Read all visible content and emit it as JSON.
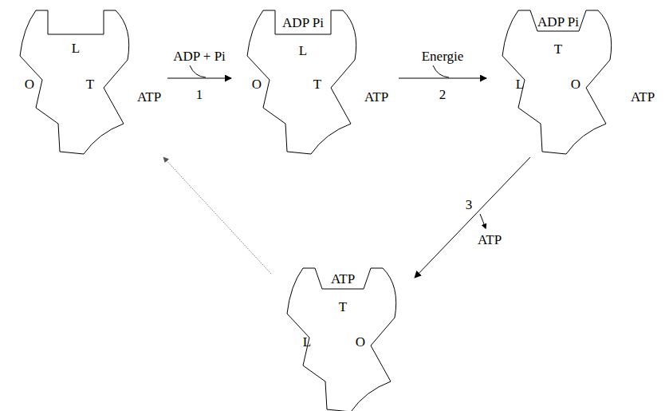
{
  "diagram": {
    "nodes": [
      {
        "text": [
          "L",
          "O",
          "T",
          "ATP"
        ]
      },
      {
        "text": [
          "ADP Pi",
          "L",
          "O",
          "T",
          "ATP"
        ]
      },
      {
        "text": [
          "ADP Pi",
          "T",
          "L",
          "O",
          "ATP"
        ]
      },
      {
        "text": [
          "ATP",
          "T",
          "L",
          "O"
        ]
      }
    ],
    "edges": [
      {
        "from": 0,
        "to": 1,
        "label": "1",
        "arrow": "to"
      },
      {
        "from": 1,
        "to": 2,
        "label": "2",
        "arrow": "to"
      },
      {
        "from": 2,
        "to": 3,
        "label": "3",
        "arrow": "to"
      },
      {
        "from": 3,
        "to": 0,
        "arrow": "to"
      }
    ],
    "labels": [
      "ADP + Pi",
      "Energie",
      "ATP"
    ]
  }
}
